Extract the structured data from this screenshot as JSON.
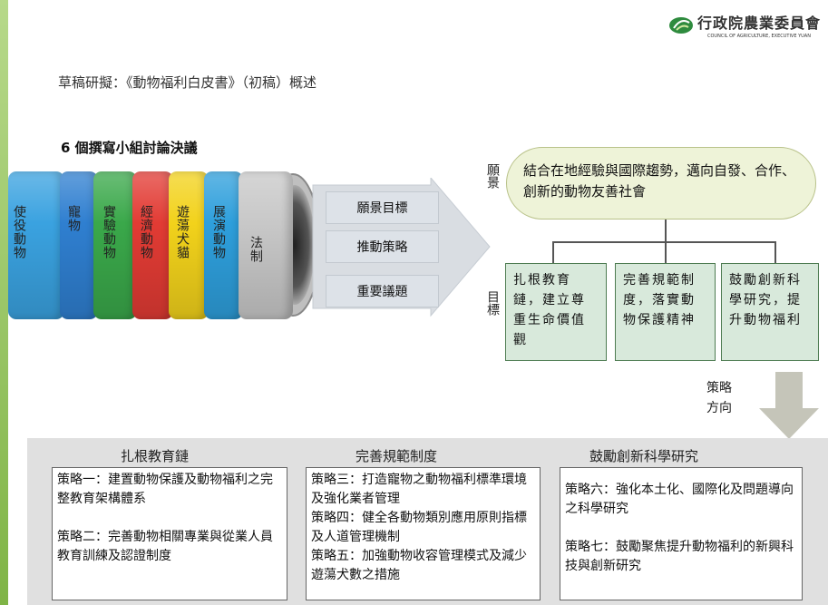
{
  "logo": {
    "name_zh": "行政院農業委員會",
    "name_en": "COUNCIL OF AGRICULTURE, EXECUTIVE YUAN"
  },
  "title": "草稿研擬：《動物福利白皮書》（初稿）概述",
  "subtitle": "6 個撰寫小組討論決議",
  "groups": [
    {
      "label": "使役動物",
      "color": "#3aa2e0"
    },
    {
      "label": "寵物",
      "color": "#2f7fd0"
    },
    {
      "label": "實驗動物",
      "color": "#3aa84a"
    },
    {
      "label": "經濟動物",
      "color": "#e23b34"
    },
    {
      "label": "遊蕩犬貓",
      "color": "#f2d21b"
    },
    {
      "label": "展演動物",
      "color": "#2e9fdc"
    },
    {
      "label": "法制",
      "color": "#c8c8c8"
    }
  ],
  "outputs": [
    "願景目標",
    "推動策略",
    "重要議題"
  ],
  "vision_label": "願景",
  "vision_text": "結合在地經驗與國際趨勢，邁向自發、合作、創新的動物友善社會",
  "goals_label": "目標",
  "goals": [
    "扎根教育鏈，建立尊重生命價值觀",
    "完善規範制度，落實動物保護精神",
    "鼓勵創新科學研究，提升動物福利"
  ],
  "strategy_direction": "策略方向",
  "columns": [
    {
      "title": "扎根教育鏈",
      "items": [
        "策略一：建置動物保護及動物福利之完整教育架構體系",
        "策略二：完善動物相關專業與從業人員教育訓練及認證制度"
      ]
    },
    {
      "title": "完善規範制度",
      "items": [
        "策略三：打造寵物之動物福利標準環境及強化業者管理",
        "策略四：健全各動物類別應用原則指標及人道管理機制",
        "策略五：加強動物收容管理模式及減少遊蕩犬數之措施"
      ]
    },
    {
      "title": "鼓勵創新科學研究",
      "items": [
        "策略六：強化本土化、國際化及問題導向之科學研究",
        "策略七：鼓勵聚焦提升動物福利的新興科技與創新研究"
      ]
    }
  ]
}
